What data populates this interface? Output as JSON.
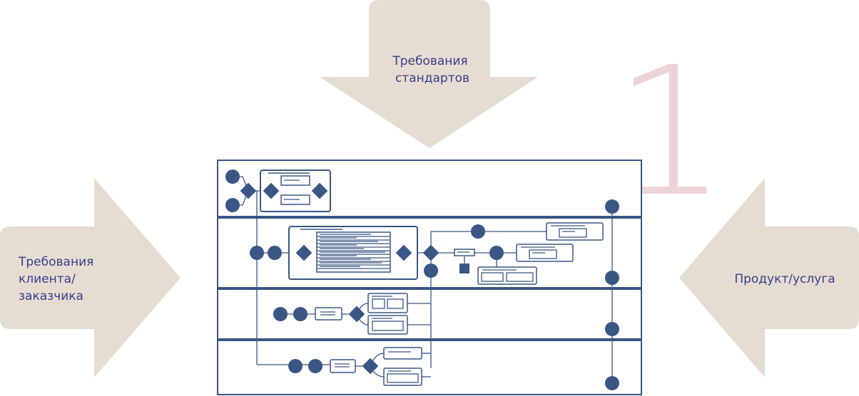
{
  "labels": {
    "top": [
      "Требования",
      "стандартов"
    ],
    "left": [
      "Требования",
      "клиента/",
      "заказчика"
    ],
    "right": "Продукт/услуга",
    "number": "1"
  },
  "colors": {
    "arrow": "#e5ddd1",
    "text": "#3d3d8f",
    "diagram": "#3a5685",
    "number": "#ecd4d7"
  },
  "icons": {
    "diagram": "bpmn-process-diagram",
    "node": "circle-event",
    "gateway": "diamond-gateway",
    "task": "rectangle-task"
  }
}
